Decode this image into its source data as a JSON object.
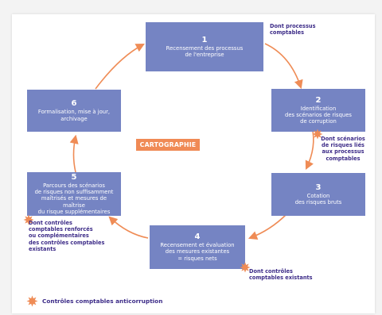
{
  "center_label": "CARTOGRAPHIE",
  "steps": [
    {
      "number": "1",
      "text": "Recensement des processus\nde l'entreprise"
    },
    {
      "number": "2",
      "text": "Identification\ndes scénarios de risques\nde corruption"
    },
    {
      "number": "3",
      "text": "Cotation\ndes risques bruts"
    },
    {
      "number": "4",
      "text": "Recensement et évaluation\ndes mesures existantes\n= risques nets"
    },
    {
      "number": "5",
      "text": "Parcours des scénarios\nde risques non suffisamment\nmaîtrisés et mesures de maîtrise\ndu risque supplémentaires"
    },
    {
      "number": "6",
      "text": "Formalisation, mise à jour,\narchivage"
    }
  ],
  "notes": {
    "step1": "Dont processus\ncomptables",
    "step2": "Dont scénarios\nde risques liés\naux processus\ncomptables",
    "step4": "Dont contrôles\ncomptables existants",
    "step5": "Dont contrôles\ncomptables renforcés\nou complémentaires\ndes contrôles comptables\nexistants"
  },
  "legend": {
    "label": "Contrôles comptables anticorruption"
  },
  "colors": {
    "box": "#7584c3",
    "arrow": "#ef8c56",
    "center": "#f08a55",
    "note_text": "#3d2c88"
  }
}
